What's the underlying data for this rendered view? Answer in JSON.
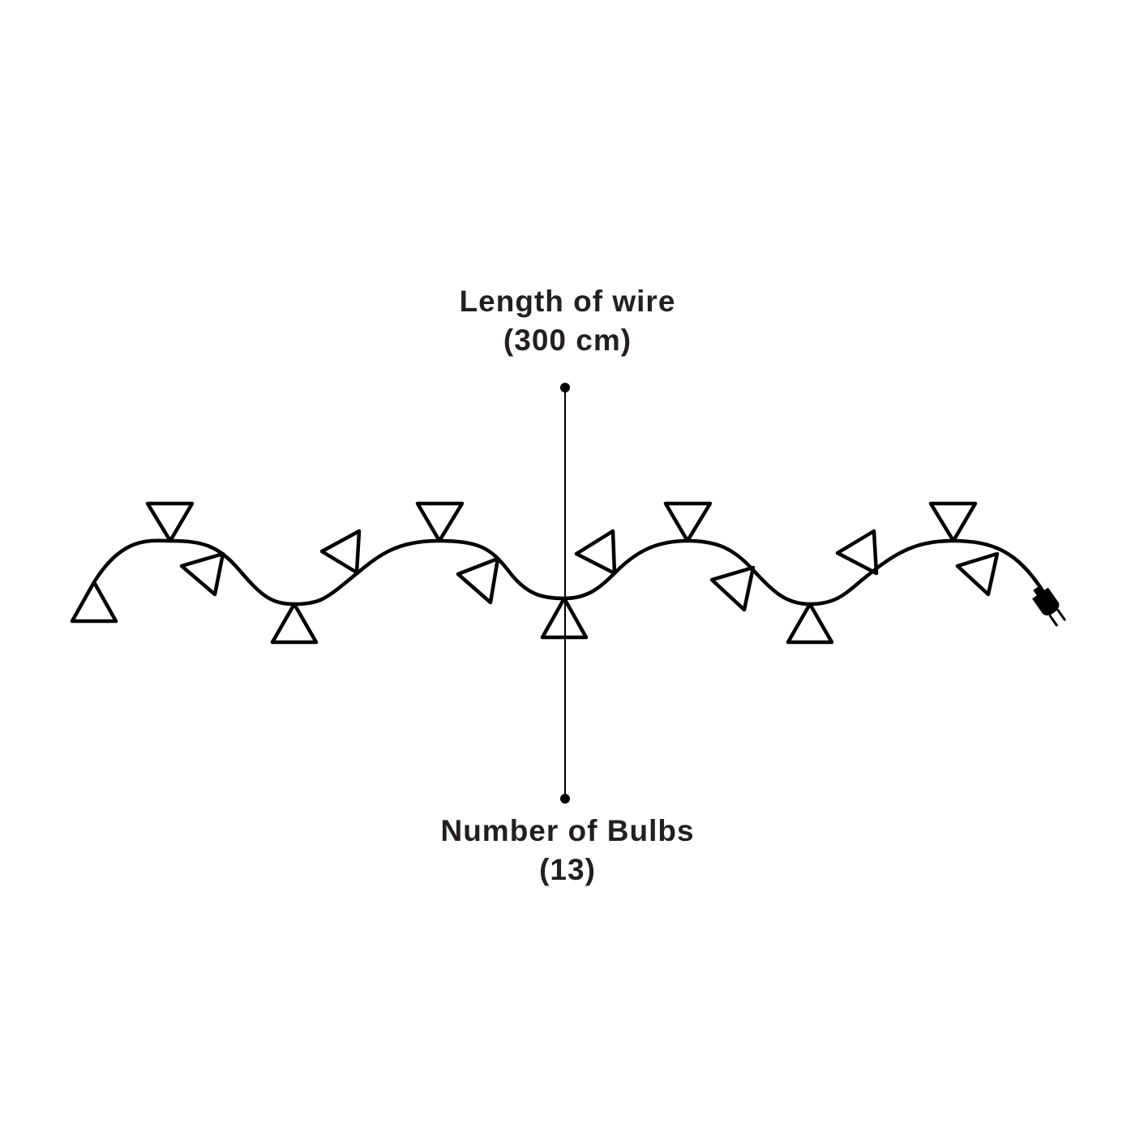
{
  "annotations": {
    "wire_length": {
      "title": "Length of wire",
      "value": "(300 cm)"
    },
    "bulb_count": {
      "title": "Number of Bulbs",
      "value": "(13)"
    }
  },
  "colors": {
    "stroke": "#000000",
    "text": "#231f20",
    "background": "#ffffff"
  },
  "icons": {
    "bulb": "triangle-bulb-icon",
    "plug": "plug-icon"
  }
}
